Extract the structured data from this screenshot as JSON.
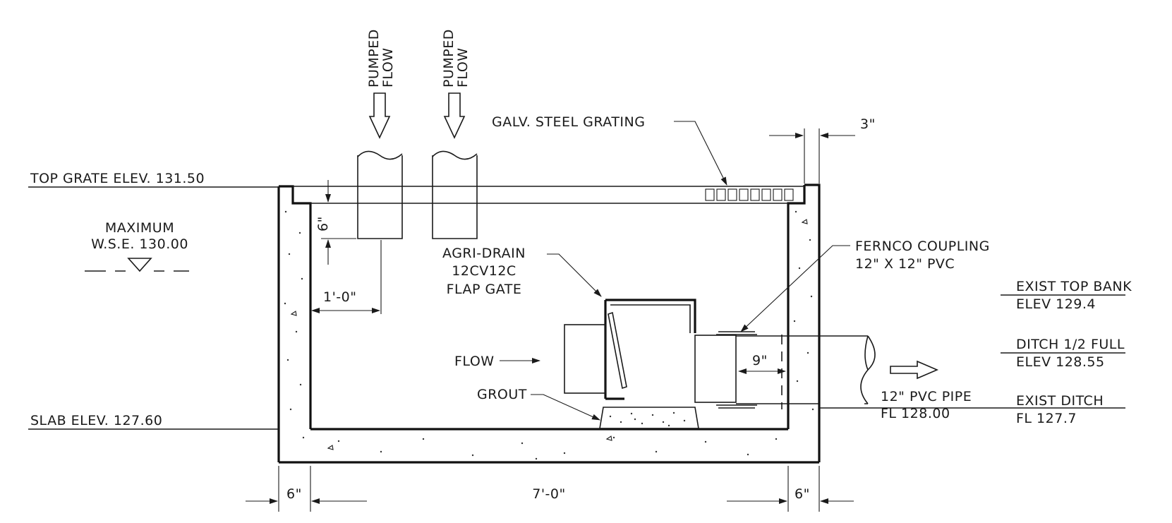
{
  "labels": {
    "pumped_flow_1_line1": "PUMPED",
    "pumped_flow_1_line2": "FLOW",
    "pumped_flow_2_line1": "PUMPED",
    "pumped_flow_2_line2": "FLOW",
    "galv_grating": "GALV. STEEL GRATING",
    "dim_3in": "3\"",
    "top_grate": "TOP GRATE ELEV. 131.50",
    "max_wse_line1": "MAXIMUM",
    "max_wse_line2": "W.S.E. 130.00",
    "dim_6in_vertical": "6\"",
    "dim_1ft": "1'-0\"",
    "agri_drain_line1": "AGRI-DRAIN",
    "agri_drain_line2": "12CV12C",
    "agri_drain_line3": "FLAP GATE",
    "fernco_line1": "FERNCO COUPLING",
    "fernco_line2": "12\" X 12\" PVC",
    "exist_top_bank_line1": "EXIST TOP BANK",
    "exist_top_bank_line2": "ELEV 129.4",
    "ditch_half_line1": "DITCH 1/2 FULL",
    "ditch_half_line2": "ELEV 128.55",
    "flow": "FLOW",
    "dim_9in": "9\"",
    "grout": "GROUT",
    "pvc_pipe_line1": "12\" PVC PIPE",
    "pvc_pipe_line2": "FL 128.00",
    "exist_ditch_line1": "EXIST DITCH",
    "exist_ditch_line2": "FL 127.7",
    "slab_elev": "SLAB ELEV. 127.60",
    "dim_6in_left": "6\"",
    "dim_7ft": "7'-0\"",
    "dim_6in_right": "6\""
  }
}
